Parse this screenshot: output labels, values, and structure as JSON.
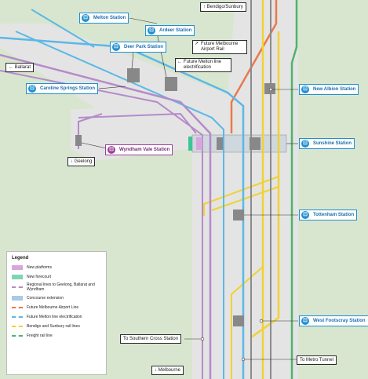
{
  "stations": {
    "melton": "Melton Station",
    "ardeer": "Ardeer Station",
    "deer_park": "Deer Park Station",
    "caroline_springs": "Caroline Springs Station",
    "wyndham_vale": "Wyndham Vale Station",
    "new_albion": "New Albion Station",
    "sunshine": "Sunshine Station",
    "tottenham": "Tottenham Station",
    "west_footscray": "West Footscray Station"
  },
  "directions": {
    "bendigo_sunbury": "Bendigo/Sunbury",
    "ballarat": "Ballarat",
    "geelong": "Geelong",
    "melbourne": "Melbourne",
    "southern_cross": "To Southern Cross Station",
    "metro_tunnel": "To Metro Tunnel"
  },
  "notes": {
    "airport_rail": "Future Melbourne Airport Rail",
    "melton_electrification": "Future Melton line electrification"
  },
  "legend": {
    "title": "Legend",
    "items": [
      {
        "label": "New platforms",
        "kind": "swatch",
        "color": "#d6a6dc"
      },
      {
        "label": "New forecourt",
        "kind": "swatch",
        "color": "#7fd4b4"
      },
      {
        "label": "Regional lines to Geelong, Ballarat and Wyndham",
        "kind": "line",
        "color": "#b58ac9"
      },
      {
        "label": "Concourse extension",
        "kind": "swatch",
        "color": "#a9c9e6"
      },
      {
        "label": "Future Melbourne Airport Line",
        "kind": "line",
        "color": "#e87a4b"
      },
      {
        "label": "Future Melton line electrification",
        "kind": "line",
        "color": "#5bb8e6"
      },
      {
        "label": "Bendigo and Sunbury rail lines",
        "kind": "line",
        "color": "#f0d232"
      },
      {
        "label": "Freight rail line",
        "kind": "line",
        "color": "#4fb36a"
      }
    ]
  },
  "icons": {
    "station": "train-icon",
    "arrow_up": "↑",
    "arrow_left": "←",
    "arrow_down": "↓",
    "arrow_ne": "↗"
  }
}
